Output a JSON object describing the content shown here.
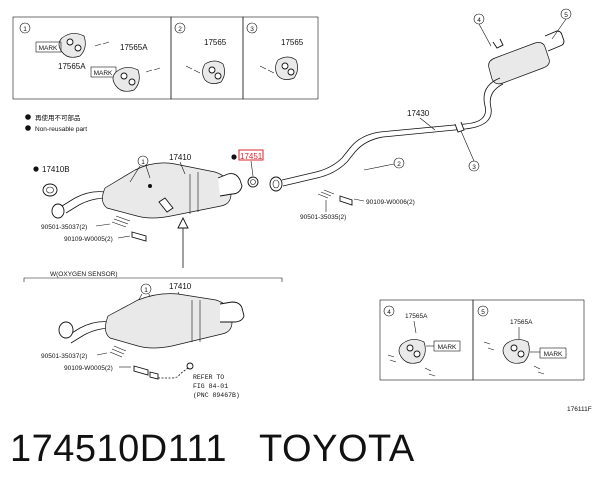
{
  "parts": {
    "p17565a_top": "17565A",
    "p17565_b2": "17565",
    "p17565_b3": "17565",
    "p17430": "17430",
    "p17410_main": "17410",
    "p17451": "17451",
    "p17410b": "17410B",
    "p17410_o2": "17410",
    "p17565a_b4": "17565A",
    "p17565a_b5": "17565A",
    "bolt_90501_a": "90501-35037(2)",
    "bolt_90109_a": "90109-W0005(2)",
    "bolt_90501_b": "90501-35035(2)",
    "bolt_90109_b": "90109-W0006(2)",
    "bolt_90501_c": "90501-35037(2)",
    "bolt_90109_c": "90109-W0005(2)"
  },
  "legend": {
    "line1": "再使用不可部品",
    "line2": "Non-reusable part"
  },
  "marks": {
    "mark": "MARK"
  },
  "callouts": {
    "c1": "1",
    "c2": "2",
    "c3": "3",
    "c4": "4",
    "c5": "5"
  },
  "sections": {
    "oxygen": "W(OXYGEN SENSOR)"
  },
  "refer": {
    "line1": "REFER TO",
    "line2": "FIG 84-01",
    "line3": "(PNC 89467B)"
  },
  "figure_id": "176111F",
  "caption": {
    "part_number": "174510D111",
    "brand": "TOYOTA"
  },
  "colors": {
    "highlight": "#d9262e",
    "line": "#111111"
  }
}
